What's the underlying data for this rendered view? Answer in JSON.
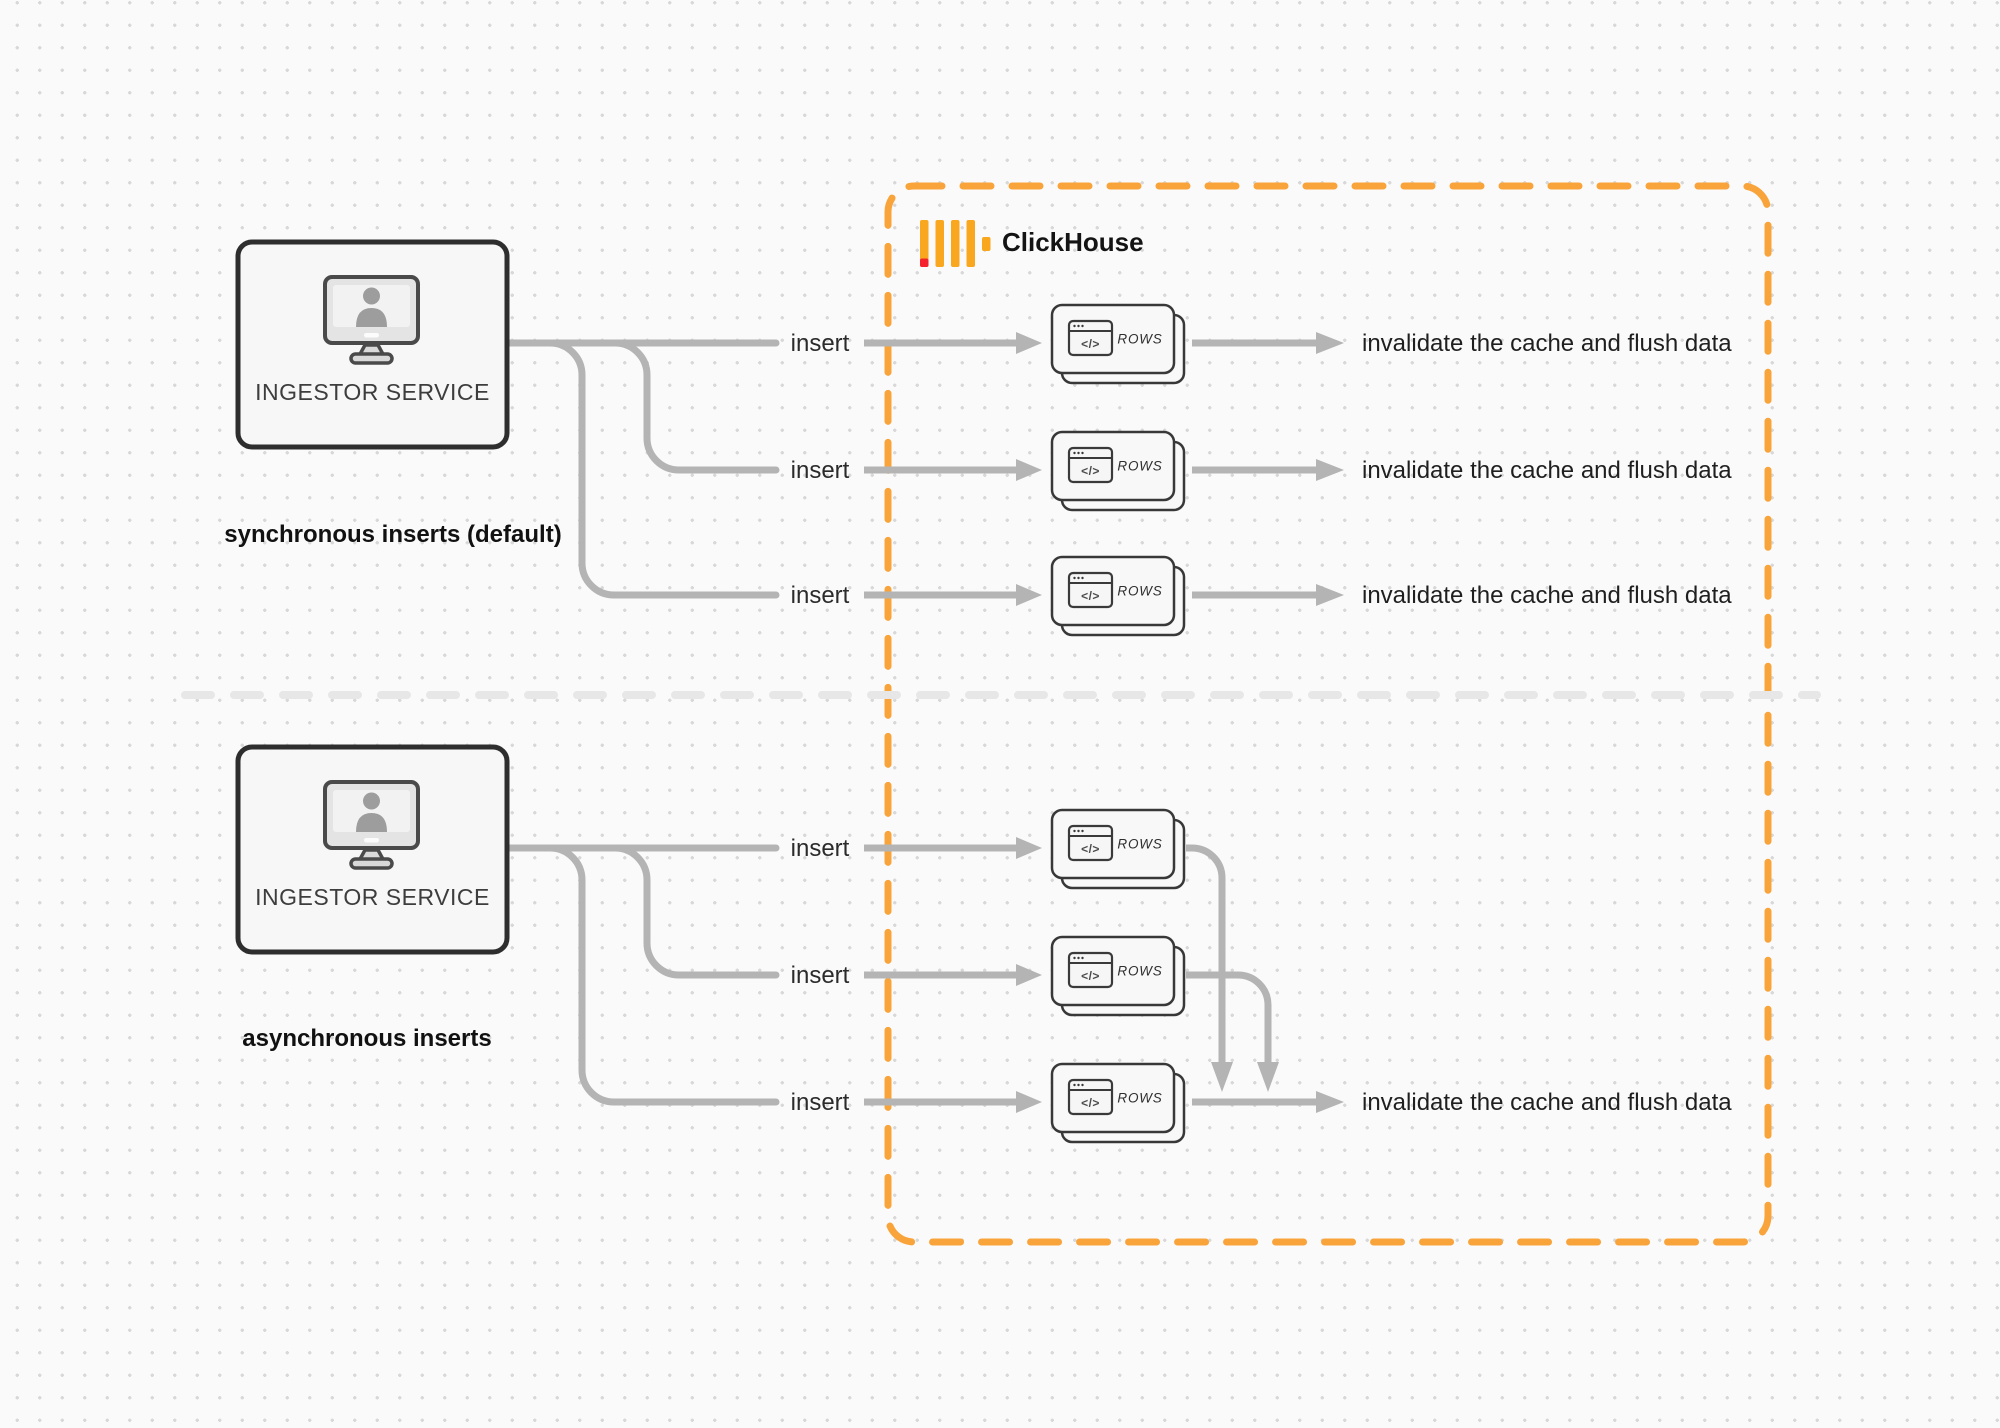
{
  "clickhouse": {
    "name": "ClickHouse"
  },
  "labels": {
    "insert": "insert",
    "invalidate": "invalidate the cache and flush data",
    "rows": "ROWS",
    "code_glyph": "</>"
  },
  "sync_section": {
    "title": "synchronous inserts (default)",
    "service_label": "INGESTOR SERVICE",
    "inserts": [
      "insert",
      "insert",
      "insert"
    ],
    "results": [
      "invalidate the cache and flush data",
      "invalidate the cache and flush data",
      "invalidate the cache and flush data"
    ]
  },
  "async_section": {
    "title": "asynchronous inserts",
    "service_label": "INGESTOR SERVICE",
    "inserts": [
      "insert",
      "insert",
      "insert"
    ],
    "results": [
      "invalidate the cache and flush data"
    ]
  },
  "colors": {
    "accent_orange": "#F9A43B",
    "clickhouse_yellow": "#F9A71E",
    "clickhouse_red": "#F5222D",
    "connector_gray": "#B4B4B4",
    "divider_gray": "#E7E7E7"
  }
}
